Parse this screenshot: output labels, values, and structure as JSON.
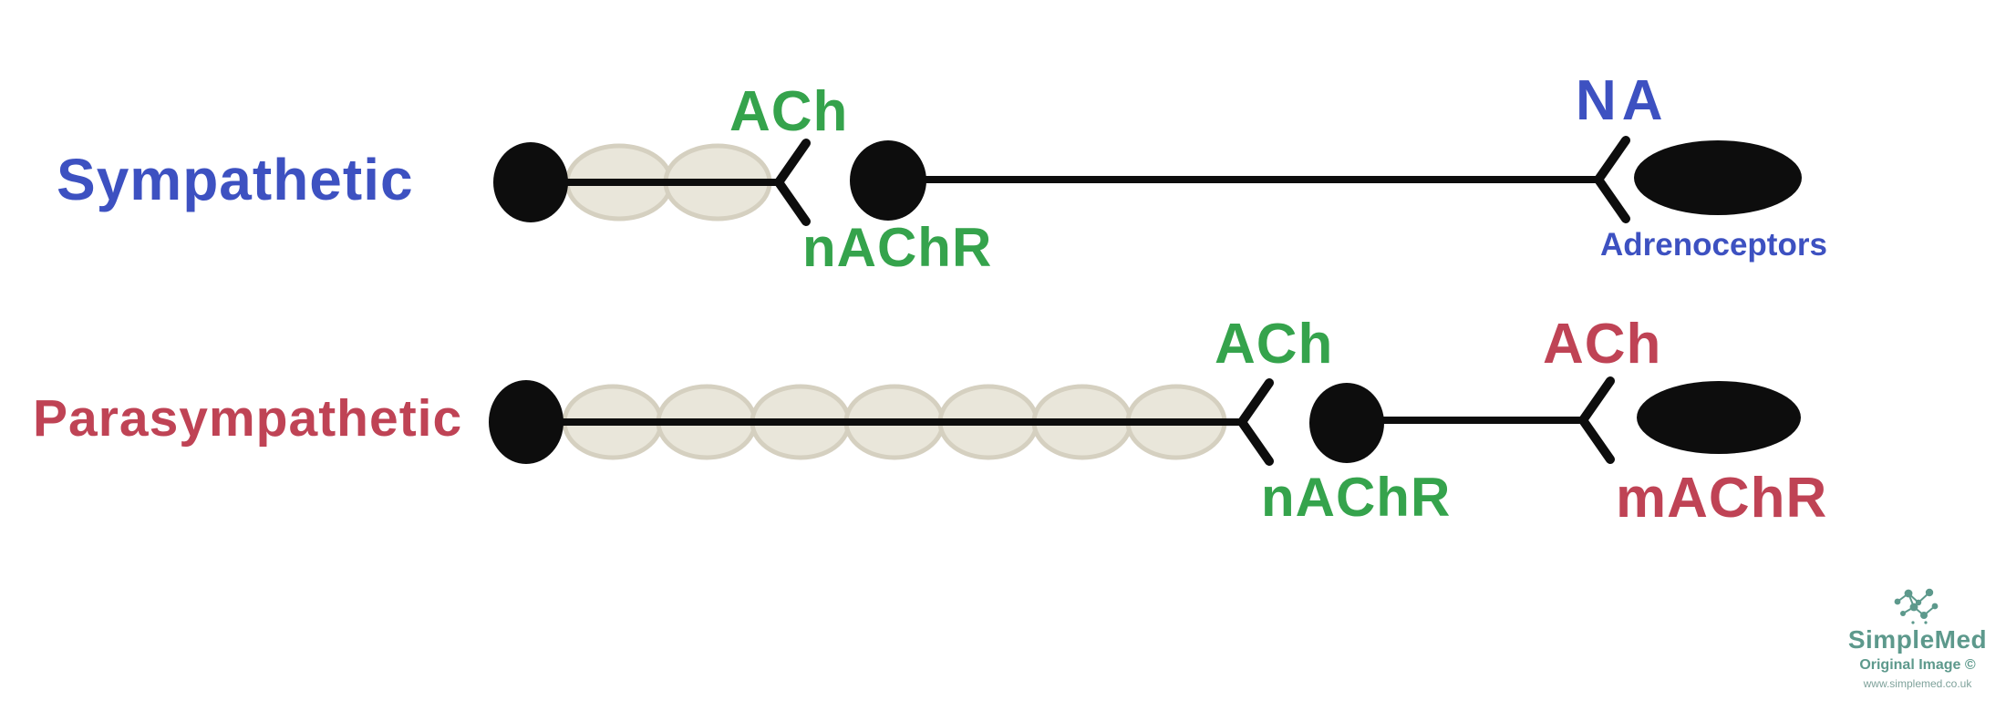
{
  "pathways": [
    {
      "name": "Sympathetic",
      "name_color": "#3d51c1",
      "preganglionic_myelin_segments": 2,
      "ganglionic_synapse": {
        "neurotransmitter": "ACh",
        "receptor": "nAChR",
        "label_color": "#35a34c"
      },
      "effector_synapse": {
        "neurotransmitter": "NA",
        "receptor": "Adrenoceptors",
        "label_color": "#3d51c1"
      }
    },
    {
      "name": "Parasympathetic",
      "name_color": "#bf4355",
      "preganglionic_myelin_segments": 7,
      "ganglionic_synapse": {
        "neurotransmitter": "ACh",
        "receptor": "nAChR",
        "label_color": "#35a34c"
      },
      "effector_synapse": {
        "neurotransmitter": "ACh",
        "receptor": "mAChR",
        "label_color": "#bf4355"
      }
    }
  ],
  "colors": {
    "sympathetic_blue": "#3d51c1",
    "acetylcholine_green": "#35a34c",
    "parasympathetic_red": "#bf4355",
    "neuron_black": "#0d0d0d",
    "myelin_fill": "#e9e6da",
    "myelin_stroke": "#d5d0c0",
    "watermark_teal": "#5d998c"
  },
  "watermark": {
    "brand": "SimpleMed",
    "caption": "Original Image ©",
    "url": "www.simplemed.co.uk",
    "icon": "molecule-dots-icon"
  }
}
